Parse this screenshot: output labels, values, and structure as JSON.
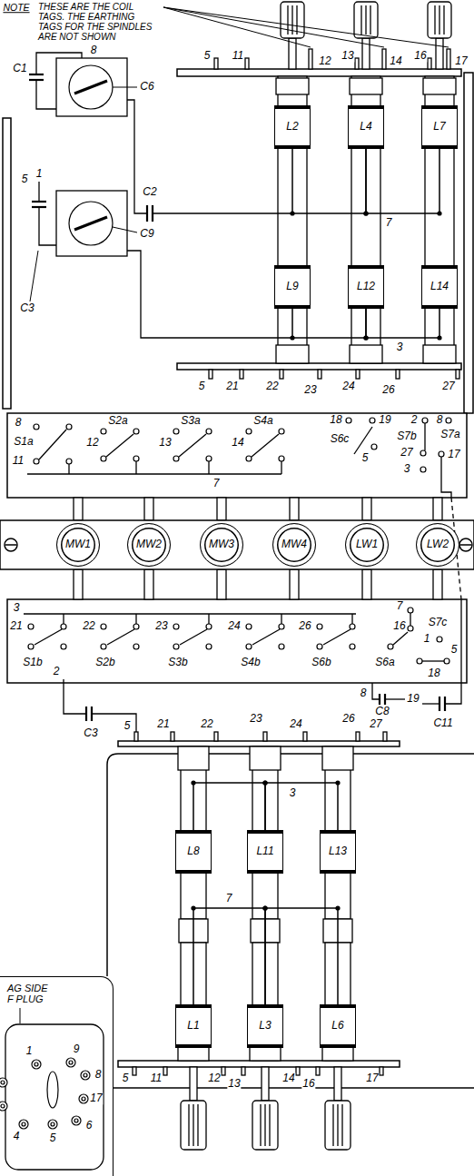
{
  "diagram": {
    "nodes": [
      {
        "text": [
          "L2"
        ]
      },
      {
        "text": [
          "L4"
        ]
      },
      {
        "text": [
          "L7"
        ]
      },
      {
        "text": [
          "L9"
        ]
      },
      {
        "text": [
          "L12"
        ]
      },
      {
        "text": [
          "L14"
        ]
      },
      {
        "text": [
          "MW1"
        ]
      },
      {
        "text": [
          "MW2"
        ]
      },
      {
        "text": [
          "MW3"
        ]
      },
      {
        "text": [
          "MW4"
        ]
      },
      {
        "text": [
          "LW1"
        ]
      },
      {
        "text": [
          "LW2"
        ]
      },
      {
        "text": [
          "L8"
        ]
      },
      {
        "text": [
          "L11"
        ]
      },
      {
        "text": [
          "L13"
        ]
      },
      {
        "text": [
          "AG SIDE F PLUG"
        ]
      },
      {
        "text": [
          "L1"
        ]
      },
      {
        "text": [
          "L3"
        ]
      },
      {
        "text": [
          "L6"
        ]
      }
    ],
    "edges": [
      {
        "from": 0,
        "to": 1,
        "arrow": "none"
      },
      {
        "from": 1,
        "to": 2,
        "label": "7",
        "arrow": "none"
      },
      {
        "from": 3,
        "to": 4,
        "arrow": "none"
      },
      {
        "from": 4,
        "to": 5,
        "label": "3",
        "arrow": "none"
      },
      {
        "from": 12,
        "to": 13,
        "arrow": "none"
      },
      {
        "from": 13,
        "to": 14,
        "label": "3",
        "arrow": "none"
      },
      {
        "from": 16,
        "to": 17,
        "label": "7",
        "arrow": "none"
      },
      {
        "from": 17,
        "to": 18,
        "arrow": "none"
      }
    ],
    "labels": [
      "NOTE",
      "THESE ARE THE COIL TAGS. THE EARTHING TAGS FOR THE SPINDLES ARE NOT SHOWN",
      "C1",
      "8",
      "5",
      "11",
      "12",
      "13",
      "14",
      "16",
      "17",
      "C6",
      "C2",
      "5",
      "1",
      "C9",
      "C3",
      "5",
      "21",
      "22",
      "23",
      "24",
      "26",
      "27",
      "8",
      "S1a",
      "11",
      "S2a",
      "12",
      "S3a",
      "13",
      "S4a",
      "14",
      "7",
      "18",
      "S6c",
      "19",
      "5",
      "2",
      "S7b",
      "27",
      "3",
      "8",
      "S7a",
      "17",
      "3",
      "21",
      "S1b",
      "2",
      "22",
      "S2b",
      "23",
      "S3b",
      "24",
      "S4b",
      "26",
      "S6b",
      "7",
      "16",
      "S7c",
      "1",
      "5",
      "S6a",
      "18",
      "8",
      "C8",
      "19",
      "C3",
      "5",
      "21",
      "22",
      "23",
      "24",
      "26",
      "27",
      "C11",
      "5",
      "11",
      "12",
      "13",
      "14",
      "16",
      "17",
      "1",
      "9",
      "8",
      "17",
      "6",
      "5",
      "4"
    ]
  }
}
